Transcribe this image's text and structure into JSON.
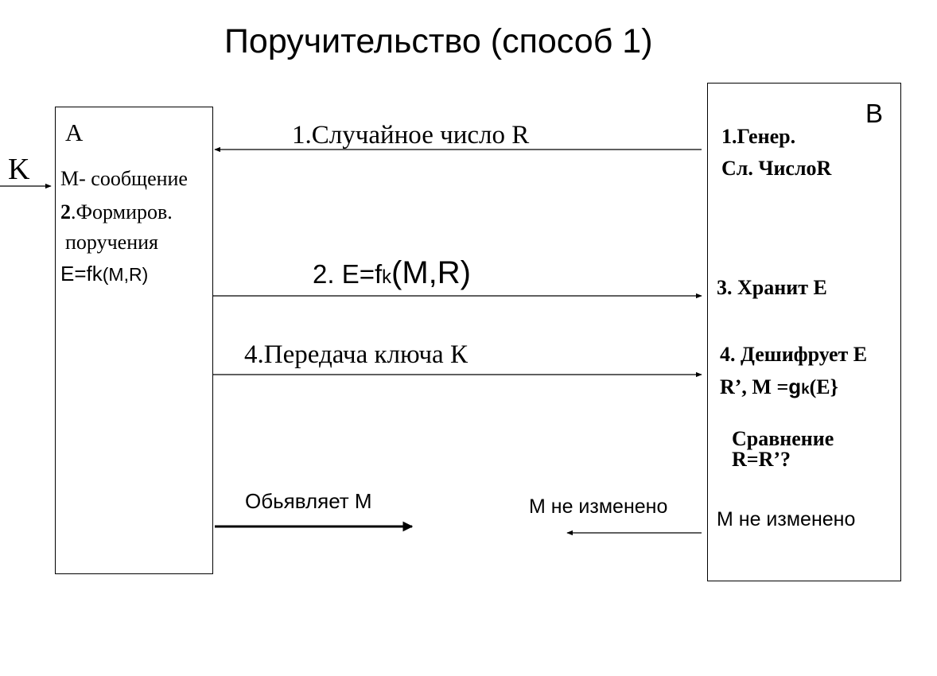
{
  "title": "Поручительство  (способ 1)",
  "left": {
    "label": "A",
    "key_label": "K",
    "message": "M- сообщение",
    "step2_num": "2",
    "step2_text": ".Формиров.",
    "commitment_word": "поручения",
    "formula_pre": "E=",
    "formula_mid": "fk",
    "formula_args": "(M,R)"
  },
  "arrows": {
    "random_number": "1.Случайное число R",
    "commit_pre": "2. E=f",
    "commit_sub": "k",
    "commit_args": "(M,R)",
    "key_transfer": "4.Передача ключа К",
    "announce": "Обьявляет М",
    "not_changed": "М не изменено"
  },
  "right": {
    "label": "B",
    "step1_line1": "1.Генер.",
    "step1_line2": "Сл. ЧислоR",
    "step3": "3. Хранит Е",
    "step4_line1": "4. Дешифрует Е",
    "step4_line2_pre": "R’,   M =",
    "step4_g": "g",
    "step4_sub": "k",
    "step4_line2_post": "(E}",
    "compare_line1": "Сравнение",
    "compare_line2": "R=R’?",
    "not_changed": "М не изменено"
  }
}
